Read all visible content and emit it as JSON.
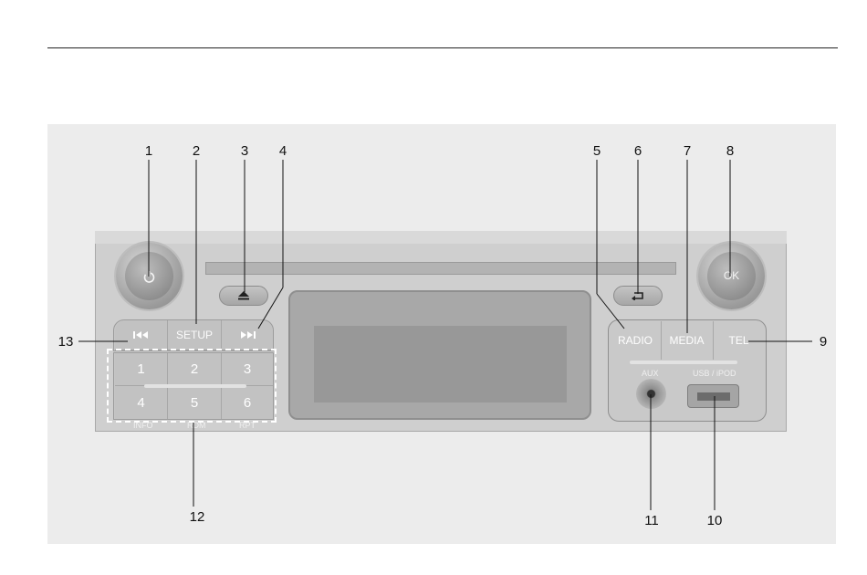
{
  "callouts": {
    "c1": "1",
    "c2": "2",
    "c3": "3",
    "c4": "4",
    "c5": "5",
    "c6": "6",
    "c7": "7",
    "c8": "8",
    "c9": "9",
    "c10": "10",
    "c11": "11",
    "c12": "12",
    "c13": "13"
  },
  "controls": {
    "ok_label": "OK",
    "setup_label": "SETUP",
    "radio_label": "RADIO",
    "media_label": "MEDIA",
    "tel_label": "TEL",
    "aux_label": "AUX",
    "usb_label": "USB / iPOD",
    "preset_keys": [
      "1",
      "2",
      "3",
      "4",
      "5",
      "6"
    ],
    "preset_sublabels": [
      "INFO",
      "RDM",
      "RPT"
    ]
  },
  "icons": {
    "power": "power-icon",
    "eject": "eject-icon",
    "back": "back-icon",
    "prev": "skip-back-icon",
    "next": "skip-forward-icon"
  }
}
